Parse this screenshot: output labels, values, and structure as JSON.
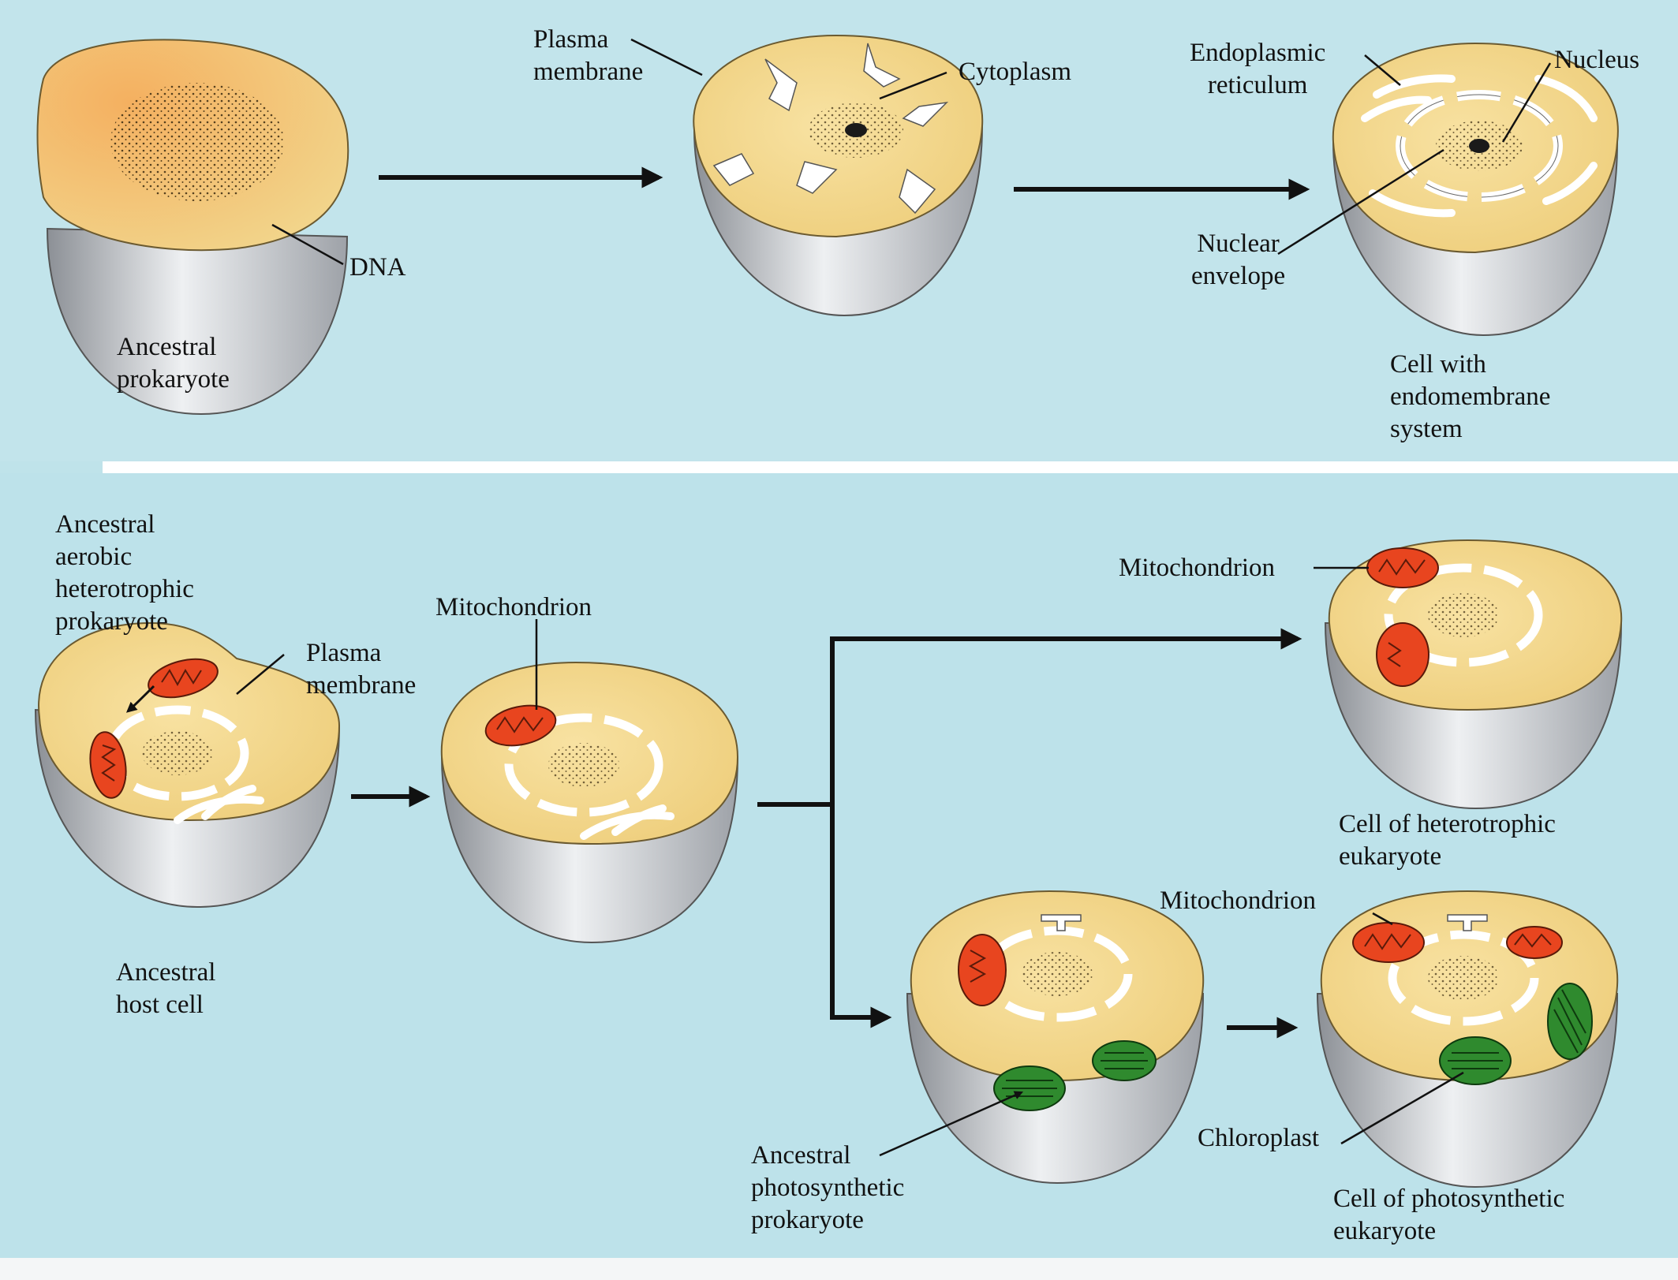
{
  "labels": {
    "plasma_membrane_top": "Plasma\nmembrane",
    "cytoplasm": "Cytoplasm",
    "dna": "DNA",
    "ancestral_prokaryote": "Ancestral\nprokaryote",
    "endoplasmic_reticulum": "Endoplasmic\nreticulum",
    "nucleus": "Nucleus",
    "nuclear_envelope": "Nuclear\nenvelope",
    "cell_with_endomembrane": "Cell with\nendomembrane\nsystem",
    "ancestral_aerobic": "Ancestral\naerobic\nheterotrophic\nprokaryote",
    "plasma_membrane_bottom": "Plasma\nmembrane",
    "mitochondrion_middle": "Mitochondrion",
    "ancestral_host_cell": "Ancestral\nhost cell",
    "mitochondrion_top_right": "Mitochondrion",
    "cell_heterotrophic": "Cell of heterotrophic\neukaryote",
    "mitochondrion_bottom_right": "Mitochondrion",
    "chloroplast": "Chloroplast",
    "ancestral_photosynthetic": "Ancestral\nphotosynthetic\nprokaryote",
    "cell_photosynthetic": "Cell of photosynthetic\neukaryote"
  },
  "colors": {
    "background": "#bfe3ea",
    "cytoplasm": "#f5d98c",
    "cell_shell": "#c9ccd1",
    "mitochondrion": "#e8451f",
    "chloroplast": "#2f8a2e",
    "arrow": "#111111"
  }
}
